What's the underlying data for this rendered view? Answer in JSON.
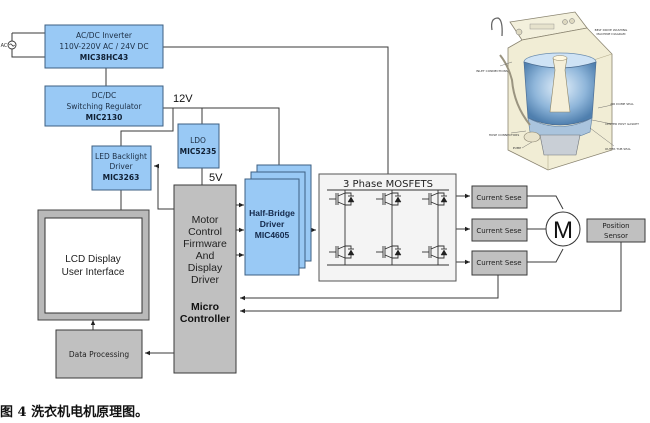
{
  "diagram": {
    "ac_source": {
      "label": "AC"
    },
    "ac_dc_inverter": {
      "title": "AC/DC Inverter",
      "spec": "110V-220V AC / 24V DC",
      "part": "MIC38HC43"
    },
    "dc_dc_regulator": {
      "title": "DC/DC",
      "subtitle": "Switching Regulator",
      "part": "MIC2130"
    },
    "voltage_12v": "12V",
    "voltage_5v": "5V",
    "ldo": {
      "title": "LDO",
      "part": "MIC5235"
    },
    "led_backlight_driver": {
      "title": "LED Backlight",
      "subtitle": "Driver",
      "part": "MIC3263"
    },
    "lcd_display": {
      "line1": "LCD Display",
      "line2": "User Interface"
    },
    "data_processing": {
      "label": "Data Processing"
    },
    "micro_controller": {
      "lines": [
        "Motor",
        "Control",
        "Firmware",
        "And",
        "Display",
        "Driver"
      ],
      "title_line1": "Micro",
      "title_line2": "Controller"
    },
    "half_bridge_driver": {
      "line1": "Half-Bridge",
      "line2": "Driver",
      "part": "MIC4605"
    },
    "mosfets": {
      "title": "3 Phase MOSFETS"
    },
    "current_sense": [
      {
        "label": "Current Sese"
      },
      {
        "label": "Current Sese"
      },
      {
        "label": "Current Sese"
      }
    ],
    "motor": {
      "label": "M"
    },
    "position_sensor": {
      "line1": "Position",
      "line2": "Sensor"
    },
    "illustration": {
      "title_line1": "BELT DRIVE WASHING",
      "title_line2": "MACHINE DIAGRAM",
      "callouts": [
        "INLET CONNECTIONS",
        "HOSE CONNECTORS",
        "PUMP",
        "AIR DOME SEAL",
        "CENTER POST GASKET",
        "OUTER TUB SEAL"
      ]
    }
  },
  "caption": "图 4 洗衣机电机原理图。"
}
